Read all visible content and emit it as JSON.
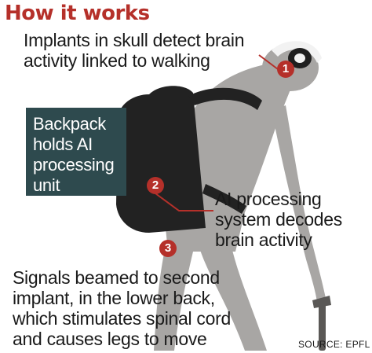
{
  "title": "How it works",
  "steps": [
    {
      "number": "1",
      "lines": [
        "Implants in skull detect brain",
        "activity linked to walking"
      ]
    },
    {
      "number": "2",
      "lines": [
        "AI processing",
        "system decodes",
        "brain activity"
      ]
    },
    {
      "number": "3",
      "lines": [
        "Signals beamed to second",
        "implant, in the lower back,",
        "which stimulates spinal cord",
        "and causes legs to move"
      ]
    }
  ],
  "backpack_box": {
    "lines": [
      "Backpack",
      "holds AI",
      "processing",
      "unit"
    ]
  },
  "source": "SOURCE: EPFL",
  "colors": {
    "title": "#b5302a",
    "marker": "#b5302a",
    "figure": "#a8a6a4",
    "backpack": "#222222",
    "box": "#2e4a4e"
  },
  "icons": [
    "walking-person-silhouette",
    "backpack-icon",
    "cane-icon",
    "headset-icon"
  ]
}
